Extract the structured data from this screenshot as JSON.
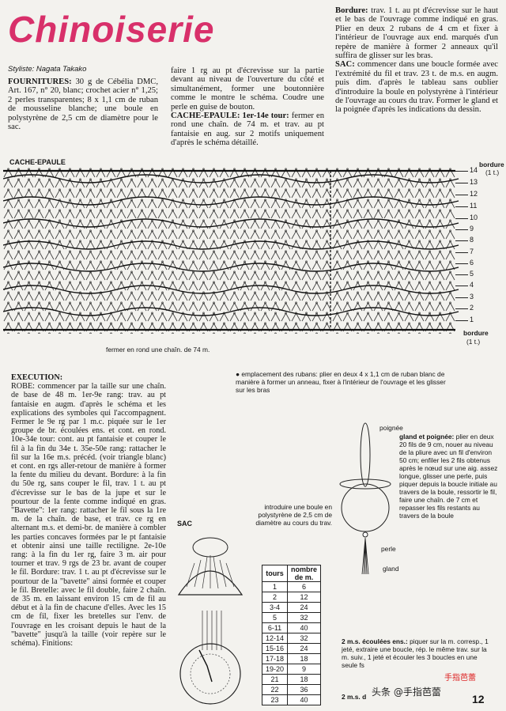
{
  "title": "Chinoiserie",
  "stylist": "Styliste: Nagata Takako",
  "fournitures": {
    "heading": "FOURNITURES:",
    "p1": " 30 g de Cébélia DMC, Art. 167, n° 20, blanc; crochet acier n° 1,25; 2 perles transparentes; 8 x 1,1 cm de ruban de mousseline blanche; une boule en polystyrène de 2,5 cm de diamètre pour le sac."
  },
  "col2": {
    "p1": "faire 1 rg au pt d'écrevisse sur la partie devant au niveau de l'ouverture du côté et simultanément, former une boutonnière comme le montre le schéma. Coudre une perle en guise de bouton.",
    "cache_heading": "CACHE-EPAULE: 1er-14e tour:",
    "cache_text": " fermer en rond une chaîn. de 74 m. et trav. au pt fantaisie en aug. sur 2 motifs uniquement d'après le schéma détaillé."
  },
  "col3": {
    "bordure_h": "Bordure:",
    "bordure_t": " trav. 1 t. au pt d'écrevisse sur le haut et le bas de l'ouvrage comme indiqué en gras. Plier en deux 2 rubans de 4 cm et fixer à l'intérieur de l'ouvrage aux end. marqués d'un repère de manière à former 2 anneaux qu'il suffira de glisser sur les bras.",
    "sac_h": "SAC:",
    "sac_t": " commencer dans une boucle formée avec l'extrémité du fil et trav. 23 t. de m.s. en augm. puis dim. d'après le tableau sans oublier d'introduire la boule en polystyrène à l'intérieur de l'ouvrage au cours du trav. Former le gland et la poignée d'après les indications du dessin."
  },
  "diagram": {
    "label": "CACHE-EPAULE",
    "rows": [
      "14",
      "13",
      "12",
      "11",
      "10",
      "9",
      "8",
      "7",
      "6",
      "5",
      "4",
      "3",
      "2",
      "1"
    ],
    "bordure_top": "bordure",
    "bordure_top_t": "(1 t.)",
    "bordure_bottom": "bordure",
    "bordure_bottom_t": "(1 t.)",
    "caption": "fermer en rond une chaîn. de 74 m."
  },
  "execution": {
    "heading": "EXECUTION:",
    "text": "ROBE: commencer par la taille sur une chaîn. de base de 48 m. 1er-9e rang: trav. au pt fantaisie en augm. d'après le schéma et les explications des symboles qui l'accompagnent. Fermer le 9e rg par 1 m.c. piquée sur le 1er groupe de br. écoulées ens. et cont. en rond. 10e-34e tour: cont. au pt fantaisie et couper le fil à la fin du 34e t. 35e-50e rang: rattacher le fil sur la 16e m.s. précéd. (voir triangle blanc) et cont. en rgs aller-retour de manière à former la fente du milieu du devant. Bordure: à la fin du 50e rg, sans couper le fil, trav. 1 t. au pt d'écrevisse sur le bas de la jupe et sur le pourtour de la fente comme indiqué en gras. \"Bavette\": 1er rang: rattacher le fil sous la 1re m. de la chaîn. de base, et trav. ce rg en alternant m.s. et demi-br. de manière à combler les parties concaves formées par le pt fantaisie et obtenir ainsi une taille rectiligne. 2e-10e rang: à la fin du 1er rg, faire 3 m. air pour tourner et trav. 9 rgs de 23 br. avant de couper le fil. Bordure: trav. 1 t. au pt d'écrevisse sur le pourtour de la \"bavette\" ainsi formée et couper le fil. Bretelle: avec le fil double, faire 2 chaîn. de 35 m. en laissant environ 15 cm de fil au début et à la fin de chacune d'elles. Avec les 15 cm de fil, fixer les bretelles sur l'env. de l'ouvrage en les croisant depuis le haut de la \"bavette\" jusqu'à la taille (voir repère sur le schéma). Finitions:"
  },
  "ribbon_note": "● emplacement des rubans: plier en deux 4 x 1,1 cm de ruban blanc de manière à former un anneau, fixer à l'intérieur de l'ouvrage et les glisser sur les bras",
  "sac_diagram": {
    "label": "SAC",
    "poignee": "poignée",
    "gland_title": "gland et poignée:",
    "gland_text": " plier en deux 20 fils de 9 cm, nouer au niveau de la pliure avec un fil d'environ 50 cm; enfiler les 2 fils obtenus après le nœud sur une aig. assez longue, glisser une perle, puis piquer depuis la boucle initiale au travers de la boule, ressortir le fil, faire une chaîn. de 7 cm et repasser les fils restants au travers de la boule",
    "boule_note": "introduire une boule en polystyrène de 2,5 cm de diamètre au cours du trav.",
    "perle": "perle",
    "gland": "gland"
  },
  "table": {
    "headers": [
      "tours",
      "nombre de m."
    ],
    "rows": [
      [
        "1",
        "6"
      ],
      [
        "2",
        "12"
      ],
      [
        "3-4",
        "24"
      ],
      [
        "5",
        "32"
      ],
      [
        "6-11",
        "40"
      ],
      [
        "12-14",
        "32"
      ],
      [
        "15-16",
        "24"
      ],
      [
        "17-18",
        "18"
      ],
      [
        "19-20",
        "9"
      ],
      [
        "21",
        "18"
      ],
      [
        "22",
        "36"
      ],
      [
        "23",
        "40"
      ]
    ]
  },
  "legend": {
    "l1_title": "2 m.s. écoulées ens.:",
    "l1_text": " piquer sur la m. corresp., 1 jeté, extraire une boucle, rép. le même trav. sur la m. suiv., 1 jeté et écouler les 3 boucles en une seule fs",
    "l2_title": "2 m.s. d"
  },
  "watermark": "头条 @手指芭蕾",
  "watermark2": "手指芭蕾",
  "page_number": "12"
}
